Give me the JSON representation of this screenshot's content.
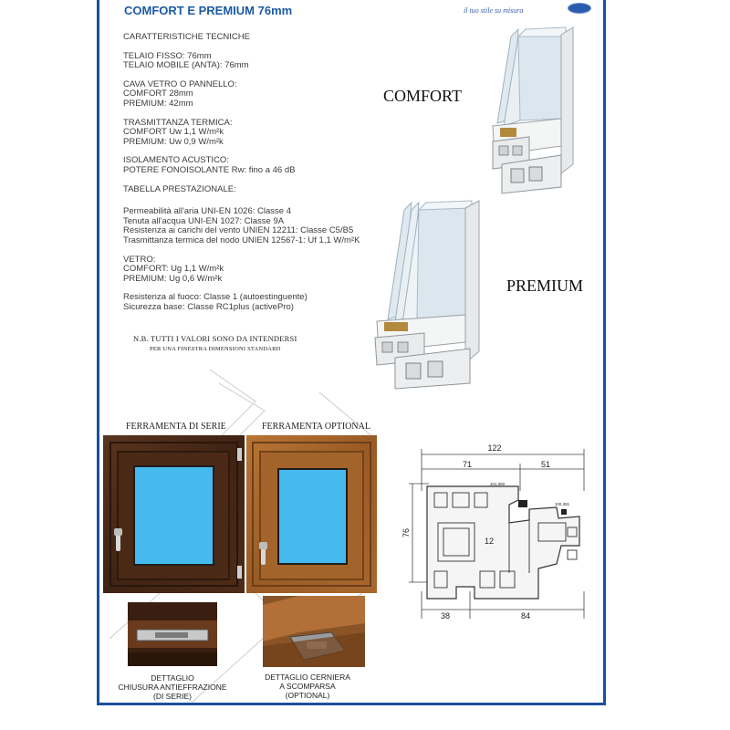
{
  "header": {
    "title": "COMFORT E PREMIUM 76mm",
    "tagline": "il tuo stile su misura"
  },
  "specs": {
    "heading": "CARATTERISTICHE TECNICHE",
    "telaio": [
      "TELAIO FISSO: 76mm",
      "TELAIO MOBILE (ANTA): 76mm"
    ],
    "cava": [
      "CAVA VETRO O PANNELLO:",
      "COMFORT 28mm",
      "PREMIUM: 42mm"
    ],
    "trasmittanza": [
      "TRASMITTANZA TERMICA:",
      "COMFORT Uw 1,1 W/m²k",
      "PREMIUM: Uw 0,9 W/m²k"
    ],
    "isolamento": [
      "ISOLAMENTO ACUSTICO:",
      "POTERE FONOISOLANTE Rw: fino a 46 dB"
    ],
    "tabella_heading": "TABELLA PRESTAZIONALE:",
    "tabella": [
      "Permeabilità all'aria UNI-EN 1026: Classe 4",
      "Tenuta all'acqua UNI-EN 1027: Classe 9A",
      "Resistenza ai carichi del vento UNIEN 12211: Classe C5/B5",
      "Trasmittanza termica del nodo UNIEN 12567-1: Uf 1,1 W/m²K"
    ],
    "vetro": [
      "VETRO:",
      "COMFORT: Ug 1,1 W/m²k",
      "PREMIUM: Ug 0,6 W/m²k"
    ],
    "resistenza": [
      "Resistenza al fuoco: Classe 1 (autoestinguente)",
      "Sicurezza base: Classe RC1plus (activePro)"
    ]
  },
  "note": {
    "line1": "N.B. TUTTI I VALORI SONO DA INTENDERSI",
    "line2": "PER UNA FINESTRA DIMENSIONI STANDARD"
  },
  "profiles": {
    "comfort_label": "COMFORT",
    "premium_label": "PREMIUM"
  },
  "hardware": {
    "serie_label": "FERRAMENTA DI SERIE",
    "optional_label": "FERRAMENTA OPTIONAL",
    "detail1": [
      "DETTAGLIO",
      "CHIUSURA ANTIEFFRAZIONE",
      "(DI SERIE)"
    ],
    "detail2": [
      "DETTAGLIO CERNIERA",
      "A SCOMPARSA",
      "(OPTIONAL)"
    ]
  },
  "drawing": {
    "dims": {
      "total_width": "122",
      "left_width": "71",
      "right_width": "51",
      "height": "76",
      "bottom_left": "38",
      "bottom_right": "84",
      "inner": "12",
      "small_a": "101,350",
      "small_b": "100,381"
    }
  },
  "colors": {
    "title_blue": "#1c5aa6",
    "frame_blue": "#1a4f9c",
    "wood_dark": "#4a2a17",
    "wood_light": "#a8672e",
    "glass_blue": "#46b9ee"
  }
}
